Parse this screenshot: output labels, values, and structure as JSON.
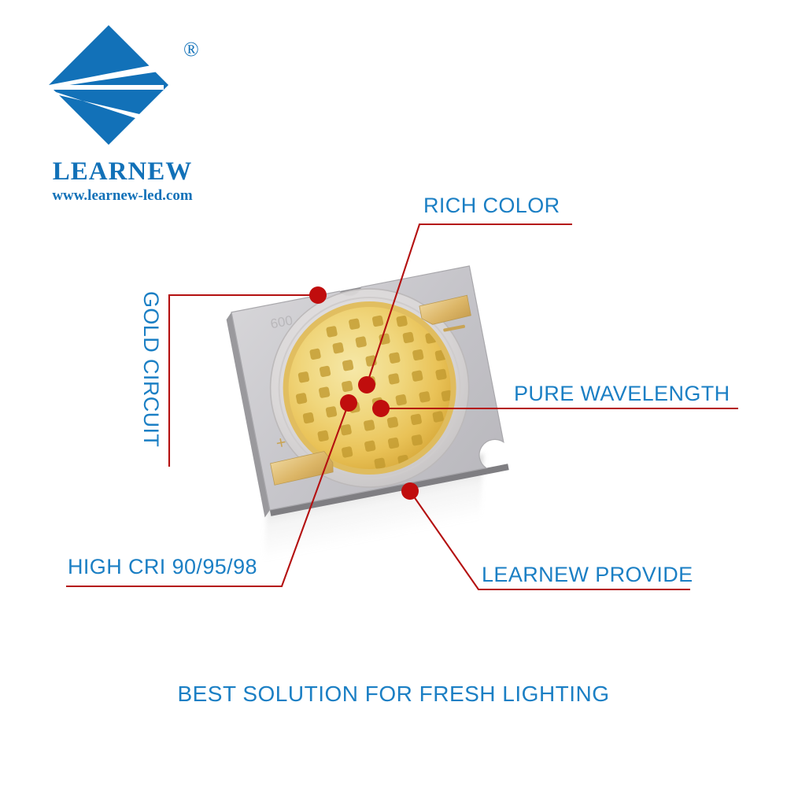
{
  "brand": {
    "name": "LEARNEW",
    "url": "www.learnew-led.com",
    "registered_mark": "®",
    "logo_icon": "learnew-diamond-logo",
    "color": "#1271b8"
  },
  "theme": {
    "background": "#ffffff",
    "label_blue": "#1b7fc4",
    "leader_red": "#b41010",
    "dot_red": "#c00d0d",
    "phosphor_yellow": "#efce63",
    "ceramic_gray": "#c9c8cc",
    "gold_pad": "#e0b96a"
  },
  "product": {
    "name": "cob-led-chip",
    "icon": "cob-led-chip",
    "markings": {
      "plus": "+",
      "minus": "−"
    }
  },
  "callouts": [
    {
      "id": "rich-color",
      "label": "RICH COLOR"
    },
    {
      "id": "pure-wavelength",
      "label": "PURE WAVELENGTH"
    },
    {
      "id": "learnew-provide",
      "label": "LEARNEW PROVIDE"
    },
    {
      "id": "high-cri",
      "label": "HIGH CRI 90/95/98"
    },
    {
      "id": "gold-circuit",
      "label": "GOLD CIRCUIT"
    }
  ],
  "tagline": "BEST SOLUTION FOR FRESH LIGHTING"
}
